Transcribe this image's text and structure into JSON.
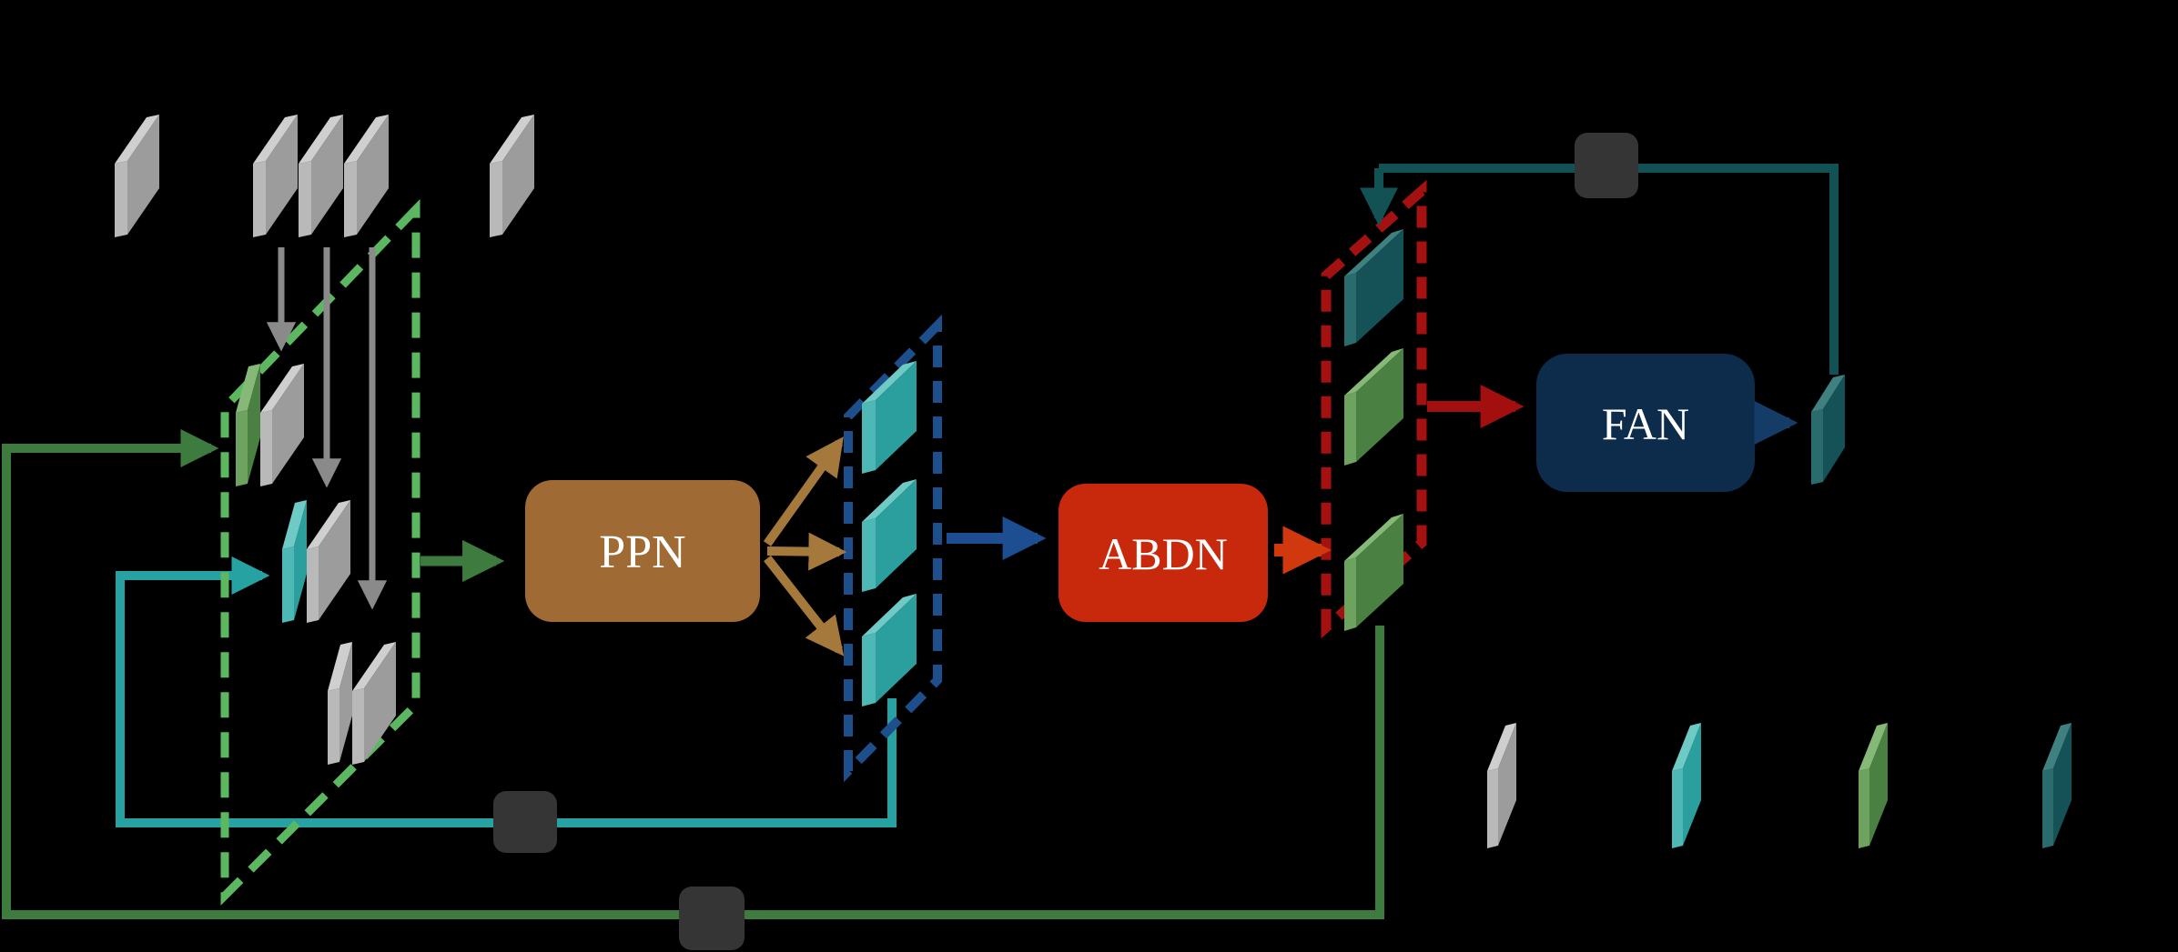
{
  "diagram": {
    "background": "#000000",
    "modules": [
      {
        "id": "ppn",
        "label": "PPN",
        "fill": "#9f6a34",
        "text_color": "#ffffff"
      },
      {
        "id": "abdn",
        "label": "ABDN",
        "fill": "#c8290d",
        "text_color": "#ffffff"
      },
      {
        "id": "fan",
        "label": "FAN",
        "fill": "#0d2b4b",
        "text_color": "#ffffff"
      }
    ],
    "dashed_groups": [
      {
        "id": "input-feature-group",
        "color": "#5cb860"
      },
      {
        "id": "ppn-output-group",
        "color": "#1d4f8d"
      },
      {
        "id": "abdn-output-group",
        "color": "#a31111"
      }
    ],
    "feature_map_colors": {
      "gray": "#9c9c9c",
      "teal": "#2b9e9e",
      "green": "#4a8142",
      "dark_teal": "#155257"
    },
    "connection_colors": {
      "gray_arrow": "#8a8a8a",
      "green_feedback": "#3e7b3e",
      "teal_feedback": "#27a2a2",
      "dark_teal_feedback": "#125254",
      "brown_fanout": "#a5793c",
      "blue_to_abdn": "#1c4e91",
      "orange_from_abdn": "#d2380e",
      "dark_red_to_fan": "#a30f0f",
      "navy_output": "#143c66"
    },
    "delay_node_color": "#353535",
    "legend_items": [
      {
        "name": "gray-feature-map",
        "color": "#9c9c9c"
      },
      {
        "name": "teal-feature-map",
        "color": "#2b9e9e"
      },
      {
        "name": "green-feature-map",
        "color": "#4a8142"
      },
      {
        "name": "dark-teal-feature-map",
        "color": "#155257"
      }
    ]
  }
}
